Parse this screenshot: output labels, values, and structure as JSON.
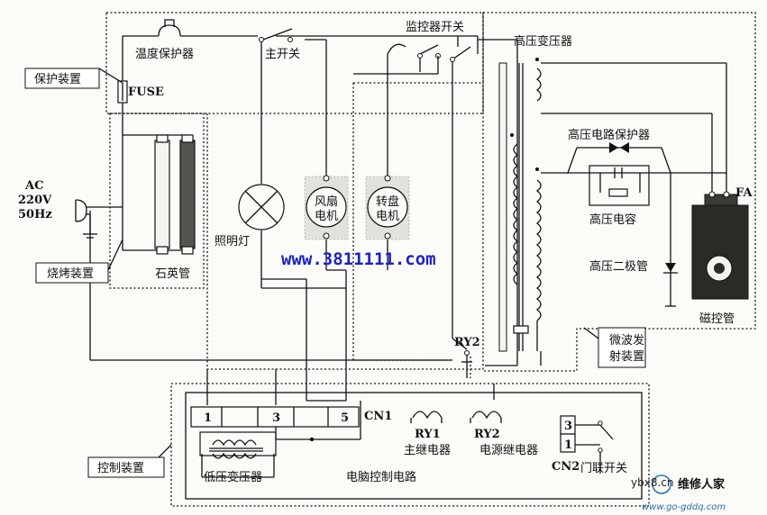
{
  "labels": {
    "protect_device": "保护装置",
    "thermal_protector": "温度保护器",
    "fuse": "FUSE",
    "main_switch": "主开关",
    "monitor_switch": "监控器开关",
    "hv_transformer": "高压变压器",
    "hv_circuit_protector": "高压电路保护器",
    "hv_capacitor": "高压电容",
    "hv_diode": "高压二极管",
    "fa": "FA",
    "magnetron": "磁控管",
    "ac": "AC",
    "ac_voltage": "220V",
    "ac_freq": "50Hz",
    "fan_motor_1": "风扇",
    "fan_motor_2": "电机",
    "turntable_motor_1": "转盘",
    "turntable_motor_2": "电机",
    "lamp": "照明灯",
    "quartz_tube": "石英管",
    "grill_device": "烧烤装置",
    "microwave_device_1": "微波发",
    "microwave_device_2": "射装置",
    "ry2_top": "RY2",
    "cn1": "CN1",
    "cn1_pin1": "1",
    "cn1_pin3": "3",
    "cn1_pin5": "5",
    "ry1": "RY1",
    "ry1_desc": "主继电器",
    "ry2": "RY2",
    "ry2_desc": "电源继电器",
    "low_voltage_transformer": "低压变压器",
    "computer_control": "电脑控制电路",
    "control_device": "控制装置",
    "cn2": "CN2",
    "cn2_pin3": "3",
    "cn2_pin1": "1",
    "door_switch": "门联开关"
  },
  "watermarks": {
    "url": "www.3811111.com",
    "site1": "ybx8.cn",
    "site2": "维修人家",
    "site3": "www.go-gddq.com"
  },
  "colors": {
    "line": "#111111",
    "watermark_url": "#1a22c8"
  }
}
